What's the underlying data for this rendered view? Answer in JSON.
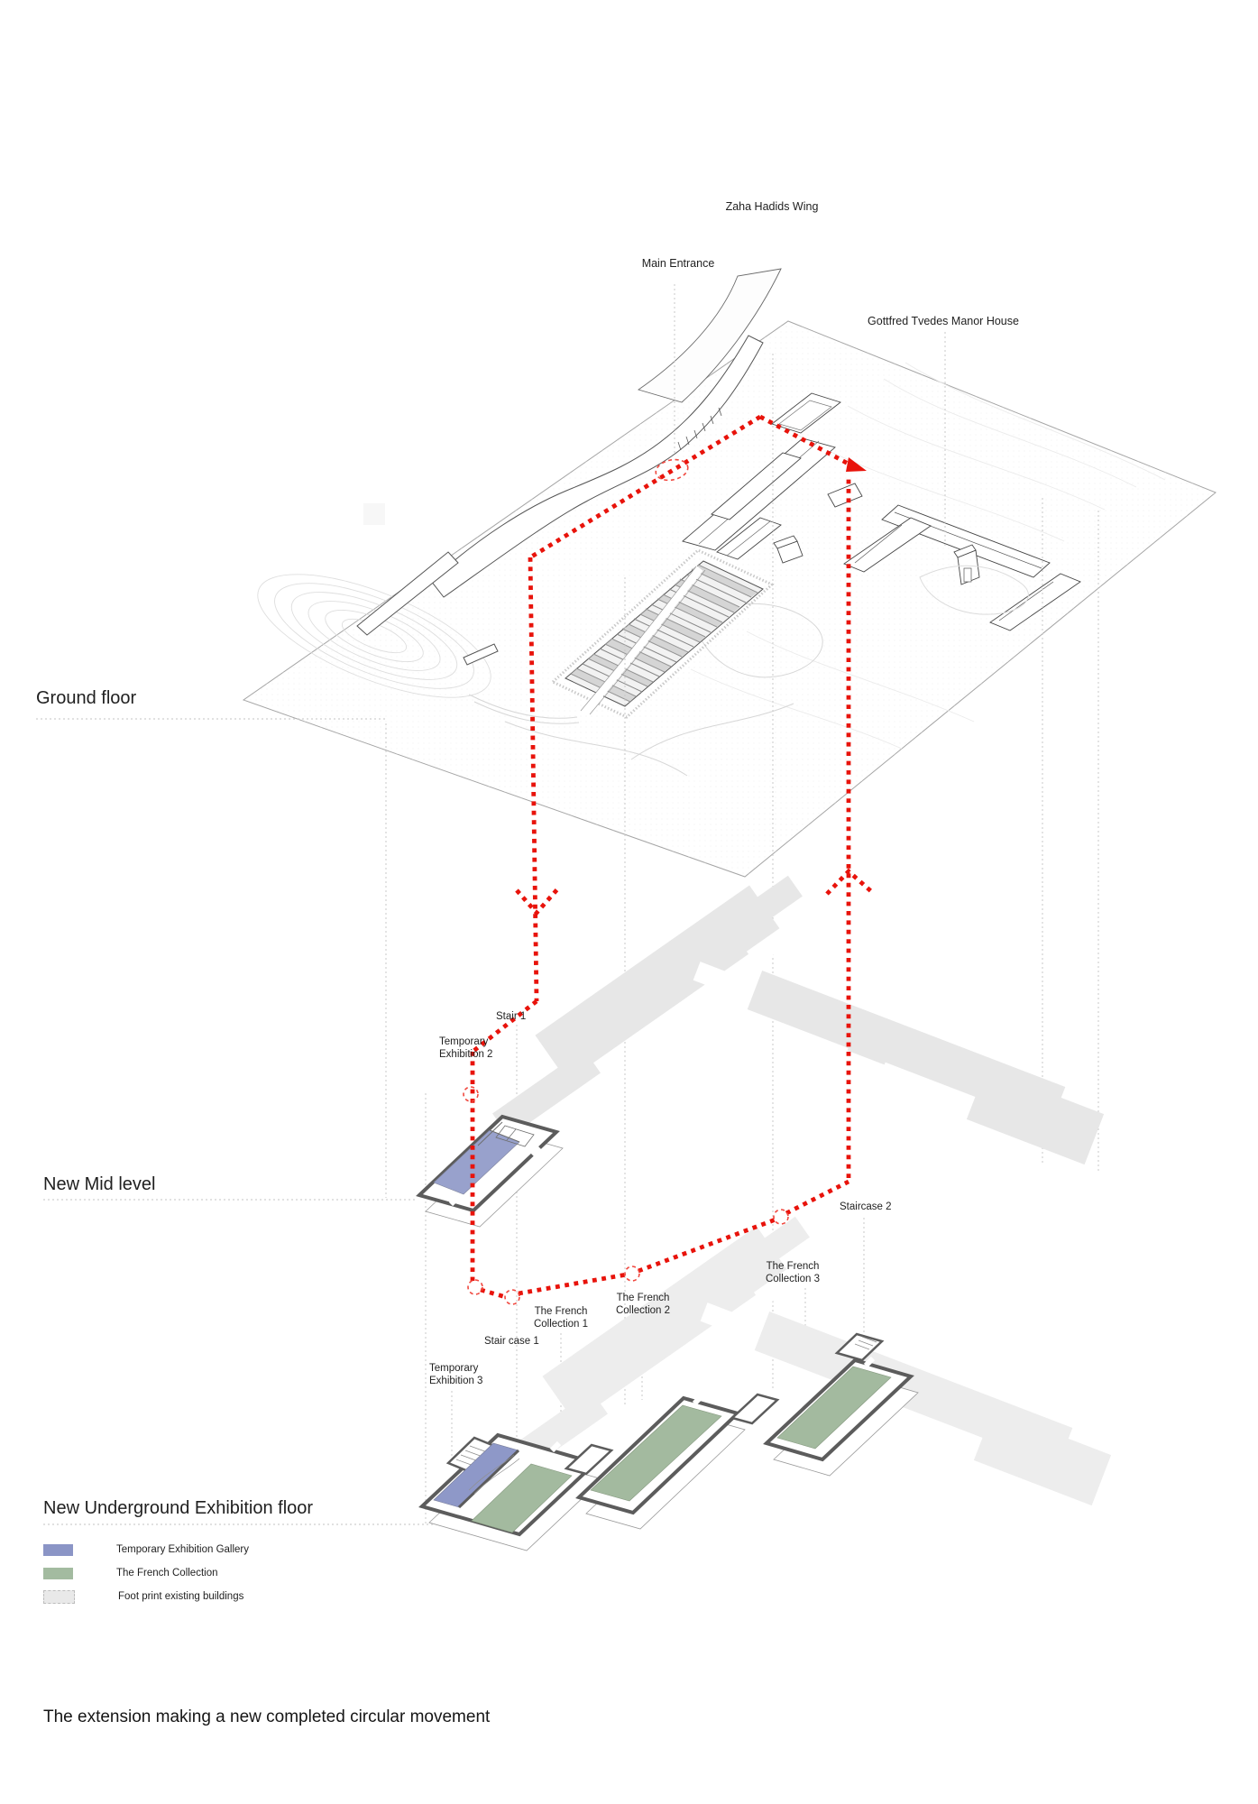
{
  "title_labels": {
    "zaha_wing": "Zaha Hadids Wing",
    "main_entrance": "Main Entrance",
    "manor_house": "Gottfred Tvedes Manor House"
  },
  "floor_labels": {
    "ground": "Ground floor",
    "mid": "New Mid level",
    "underground": "New Underground Exhibition floor"
  },
  "room_labels": {
    "stair_1": "Stair 1",
    "temporary_exhibition_2": "Temporary\nExhibition 2",
    "staircase_2": "Staircase 2",
    "french_collection_3": "The French\nCollection 3",
    "french_collection_2": "The French\nCollection 2",
    "french_collection_1": "The French\nCollection 1",
    "stair_case_1": "Stair case 1",
    "temporary_exhibition_3": "Temporary\nExhibition 3"
  },
  "legend": {
    "items": [
      {
        "label": "Temporary Exhibition Gallery",
        "color": "#8b95c6"
      },
      {
        "label": "The French Collection",
        "color": "#a3bba0"
      },
      {
        "label": "Foot print existing buildings",
        "color": "#e9e9e9"
      }
    ]
  },
  "caption": "The extension making a new completed circular movement",
  "colors": {
    "route_red": "#e8130b",
    "temporary_blue": "#8f99c9",
    "french_green": "#a3bba1",
    "footprint_gray": "#e7e7e7"
  }
}
